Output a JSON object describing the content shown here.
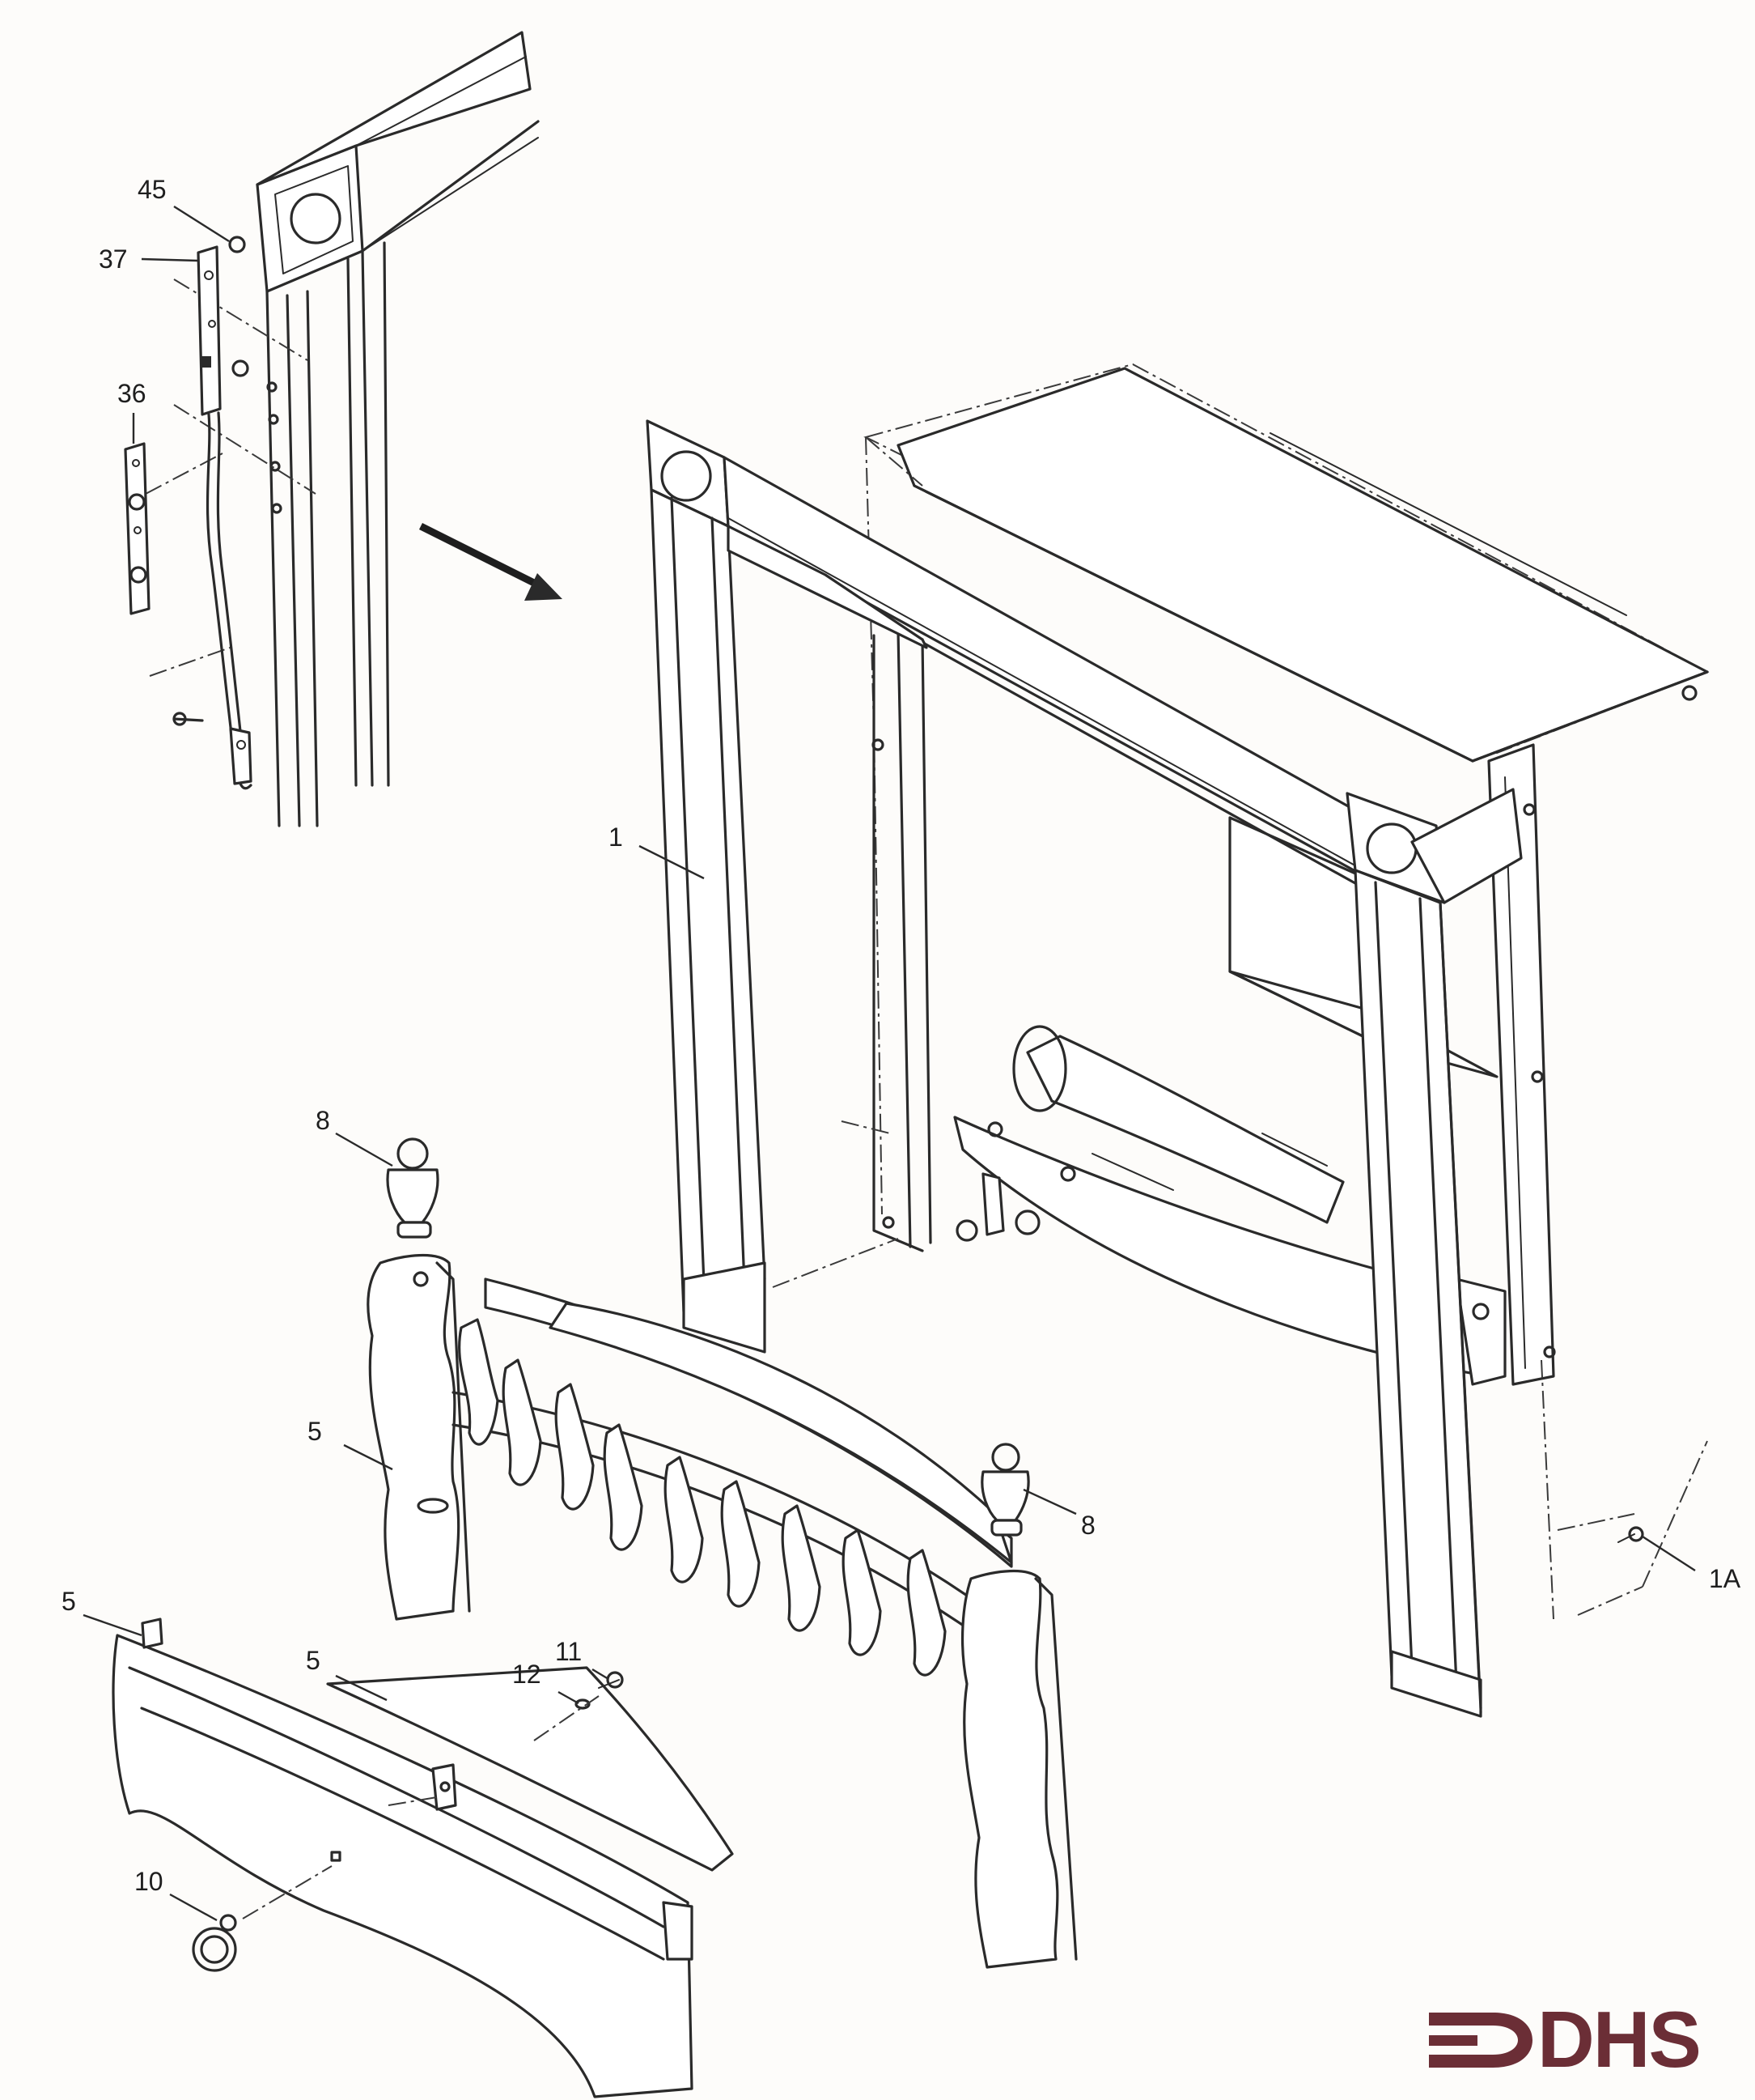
{
  "diagram": {
    "callouts": [
      {
        "id": "c45",
        "label": "45"
      },
      {
        "id": "c37",
        "label": "37"
      },
      {
        "id": "c36",
        "label": "36"
      },
      {
        "id": "c1",
        "label": "1"
      },
      {
        "id": "c8a",
        "label": "8"
      },
      {
        "id": "c5a",
        "label": "5"
      },
      {
        "id": "c8b",
        "label": "8"
      },
      {
        "id": "c1a",
        "label": "1A"
      },
      {
        "id": "c5b",
        "label": "5"
      },
      {
        "id": "c5c",
        "label": "5"
      },
      {
        "id": "c11",
        "label": "11"
      },
      {
        "id": "c12",
        "label": "12"
      },
      {
        "id": "c10",
        "label": "10"
      }
    ]
  },
  "logo": {
    "text": "DHS",
    "color": "#6b2e36"
  }
}
